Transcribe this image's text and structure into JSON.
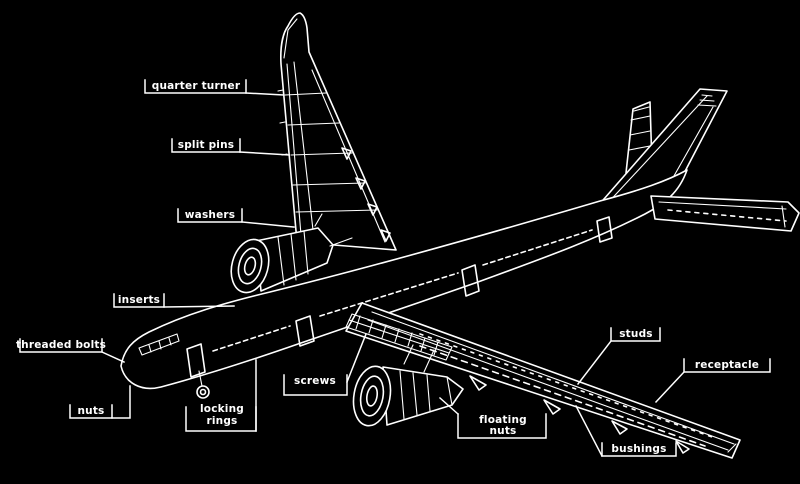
{
  "diagram": {
    "colors": {
      "background": "#000000",
      "line": "#ffffff"
    },
    "labels": {
      "quarter_turner": "quarter turner",
      "split_pins": "split pins",
      "washers": "washers",
      "inserts": "inserts",
      "threaded_bolts": "threaded bolts",
      "nuts": "nuts",
      "locking_rings_line1": "locking",
      "locking_rings_line2": "rings",
      "screws": "screws",
      "floating_nuts_line1": "floating",
      "floating_nuts_line2": "nuts",
      "studs": "studs",
      "receptacle": "receptacle",
      "bushings": "bushings"
    }
  }
}
